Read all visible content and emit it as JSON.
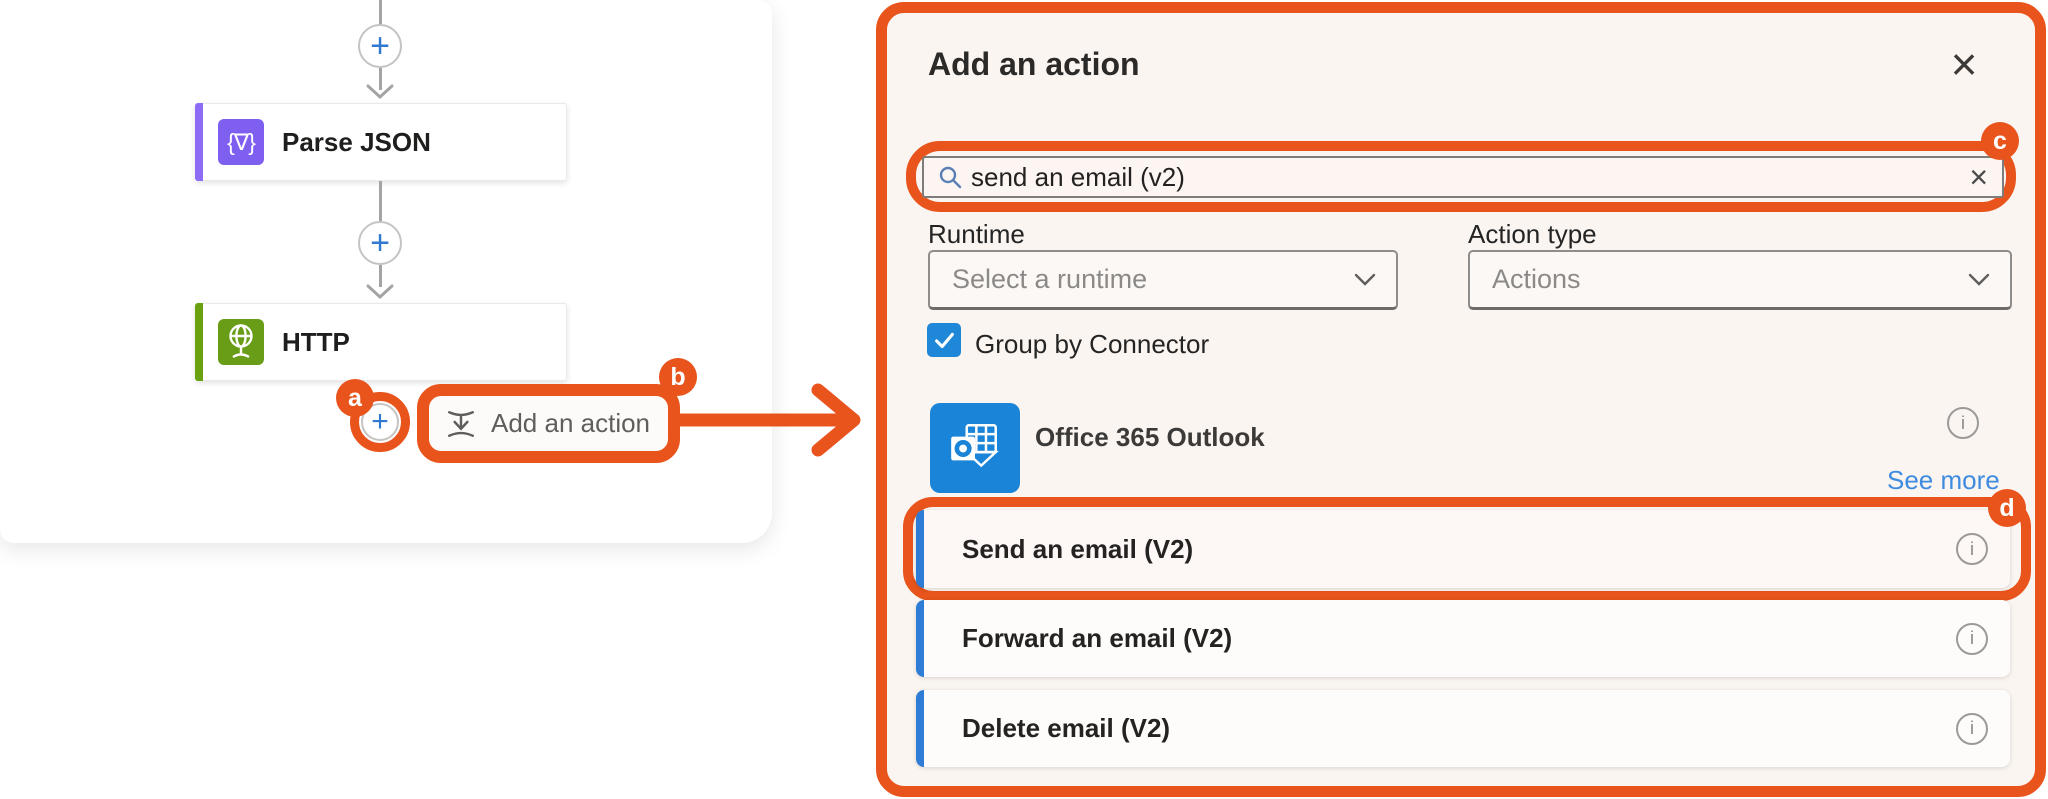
{
  "colors": {
    "annotation_orange": "#e8541c",
    "flow_gray": "#a6a4a2",
    "plus_blue": "#2f7ad0",
    "card_accent_blue": "#2e7cd6",
    "checkbox_blue": "#1f87d7",
    "outlook_blue": "#1984d8",
    "link_blue": "#3f8be0",
    "parse_json_purple": "#7e5ff0",
    "parse_json_accent": "#8f6cf5",
    "http_green": "#699d17",
    "http_accent": "#6ba10e"
  },
  "icons": {
    "plus": "+",
    "close": "×",
    "clear": "×",
    "check": "✓",
    "info": "i",
    "braces_glyph": "{∇}"
  },
  "annotations": {
    "a": "a",
    "b": "b",
    "c": "c",
    "d": "d"
  },
  "canvas": {
    "nodes": [
      {
        "label": "Parse JSON"
      },
      {
        "label": "HTTP"
      }
    ],
    "tooltip": {
      "label": "Add an action"
    }
  },
  "panel": {
    "title": "Add an action",
    "search": {
      "value": "send an email (v2)"
    },
    "filters": {
      "runtime_label": "Runtime",
      "runtime_placeholder": "Select a runtime",
      "action_type_label": "Action type",
      "action_type_value": "Actions"
    },
    "group_by_label": "Group by Connector",
    "connector": {
      "name": "Office 365 Outlook",
      "see_more": "See more"
    },
    "actions": [
      {
        "label": "Send an email (V2)"
      },
      {
        "label": "Forward an email (V2)"
      },
      {
        "label": "Delete email (V2)"
      }
    ]
  }
}
